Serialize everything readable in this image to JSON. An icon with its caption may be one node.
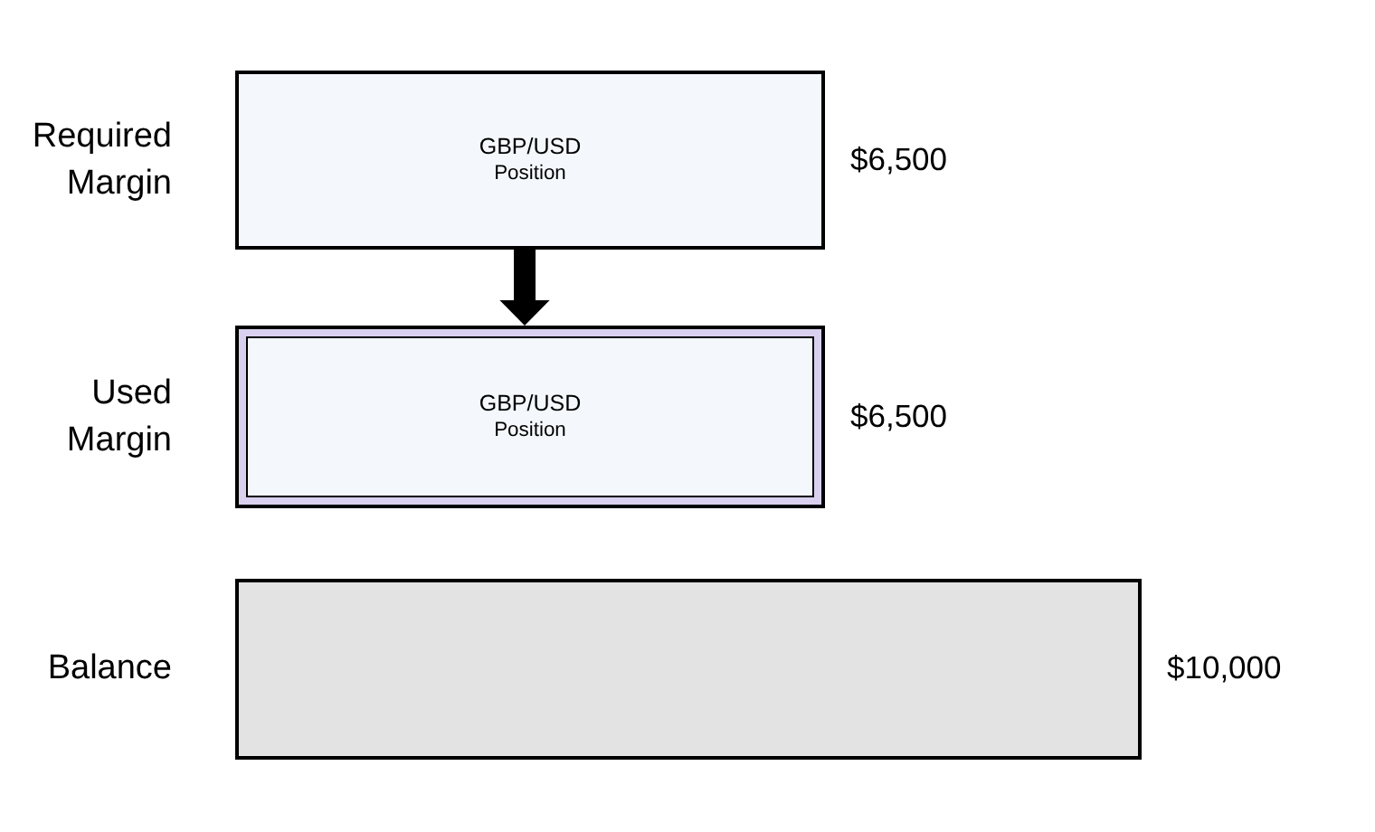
{
  "diagram": {
    "nodes": [
      {
        "text": [
          "GBP/USD",
          "Position"
        ],
        "beside": [
          "Required Margin",
          "$6,500"
        ]
      },
      {
        "text": [
          "GBP/USD",
          "Position"
        ],
        "beside": [
          "Used Margin",
          "$6,500"
        ]
      },
      {
        "text": [],
        "shape": "bar",
        "beside": [
          "Balance",
          "$10,000"
        ]
      }
    ],
    "edges": [
      {
        "from": 0,
        "to": 1,
        "arrow": "to"
      }
    ]
  }
}
